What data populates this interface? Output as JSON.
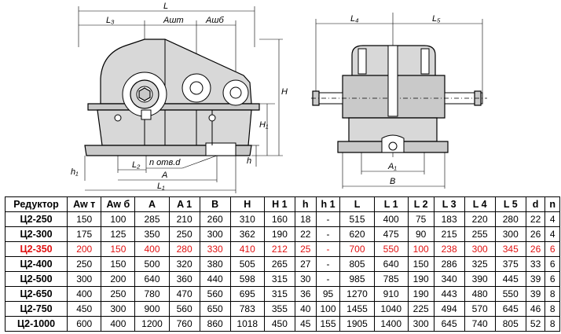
{
  "drawing": {
    "labels": {
      "L": "L",
      "L3": "L₃",
      "Awt": "Aшт",
      "Awb": "Aшб",
      "H": "H",
      "H1": "H₁",
      "h": "h",
      "h1": "h₁",
      "L2": "L₂",
      "A": "A",
      "L1": "L₁",
      "hole": "n отв.d",
      "L4": "L₄",
      "L5": "L₅",
      "A1": "A₁",
      "B": "B"
    }
  },
  "table": {
    "headers": [
      "Редуктор",
      "Aw т",
      "Aw б",
      "A",
      "A 1",
      "B",
      "H",
      "H 1",
      "h",
      "h 1",
      "L",
      "L 1",
      "L 2",
      "L 3",
      "L 4",
      "L 5",
      "d",
      "n"
    ],
    "rows": [
      [
        "Ц2-250",
        "150",
        "100",
        "285",
        "210",
        "260",
        "310",
        "160",
        "18",
        "-",
        "515",
        "400",
        "75",
        "183",
        "220",
        "280",
        "22",
        "4"
      ],
      [
        "Ц2-300",
        "175",
        "125",
        "350",
        "250",
        "300",
        "362",
        "190",
        "22",
        "-",
        "620",
        "475",
        "90",
        "215",
        "255",
        "300",
        "26",
        "4"
      ],
      [
        "Ц2-350",
        "200",
        "150",
        "400",
        "280",
        "330",
        "410",
        "212",
        "25",
        "-",
        "700",
        "550",
        "100",
        "238",
        "300",
        "345",
        "26",
        "6"
      ],
      [
        "Ц2-400",
        "250",
        "150",
        "500",
        "320",
        "380",
        "505",
        "265",
        "27",
        "-",
        "805",
        "640",
        "150",
        "286",
        "325",
        "375",
        "33",
        "6"
      ],
      [
        "Ц2-500",
        "300",
        "200",
        "640",
        "360",
        "440",
        "598",
        "315",
        "30",
        "-",
        "985",
        "785",
        "190",
        "340",
        "390",
        "445",
        "39",
        "6"
      ],
      [
        "Ц2-650",
        "400",
        "250",
        "780",
        "470",
        "560",
        "695",
        "315",
        "36",
        "95",
        "1270",
        "910",
        "190",
        "443",
        "480",
        "550",
        "39",
        "8"
      ],
      [
        "Ц2-750",
        "450",
        "300",
        "900",
        "560",
        "650",
        "783",
        "355",
        "40",
        "100",
        "1455",
        "1040",
        "225",
        "494",
        "570",
        "645",
        "46",
        "8"
      ],
      [
        "Ц2-1000",
        "600",
        "400",
        "1200",
        "760",
        "860",
        "1018",
        "450",
        "45",
        "155",
        "1905",
        "1400",
        "300",
        "645",
        "740",
        "805",
        "52",
        "8"
      ]
    ],
    "highlight_row": "Ц2-350",
    "highlight_color": "#e01010"
  }
}
